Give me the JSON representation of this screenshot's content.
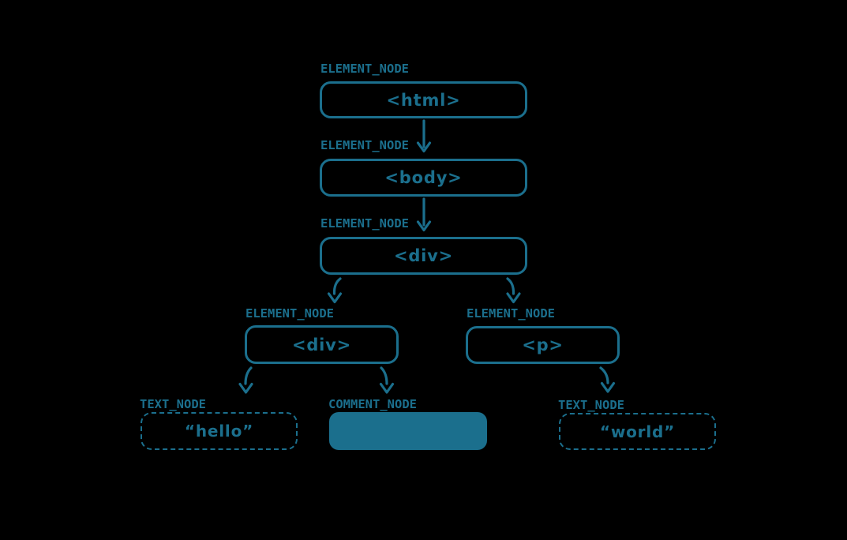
{
  "colors": {
    "background": "#000000",
    "accent": "#1b6f8d",
    "comment_fill": "#1b6f8d"
  },
  "nodes": [
    {
      "id": "html",
      "type_label": "ELEMENT_NODE",
      "content": "<html>"
    },
    {
      "id": "body",
      "type_label": "ELEMENT_NODE",
      "content": "<body>"
    },
    {
      "id": "div_parent",
      "type_label": "ELEMENT_NODE",
      "content": "<div>"
    },
    {
      "id": "div_child",
      "type_label": "ELEMENT_NODE",
      "content": "<div>"
    },
    {
      "id": "p",
      "type_label": "ELEMENT_NODE",
      "content": "<p>"
    },
    {
      "id": "text_hello",
      "type_label": "TEXT_NODE",
      "content": "“hello”"
    },
    {
      "id": "comment",
      "type_label": "COMMENT_NODE",
      "content": ""
    },
    {
      "id": "text_world",
      "type_label": "TEXT_NODE",
      "content": "“world”"
    }
  ]
}
